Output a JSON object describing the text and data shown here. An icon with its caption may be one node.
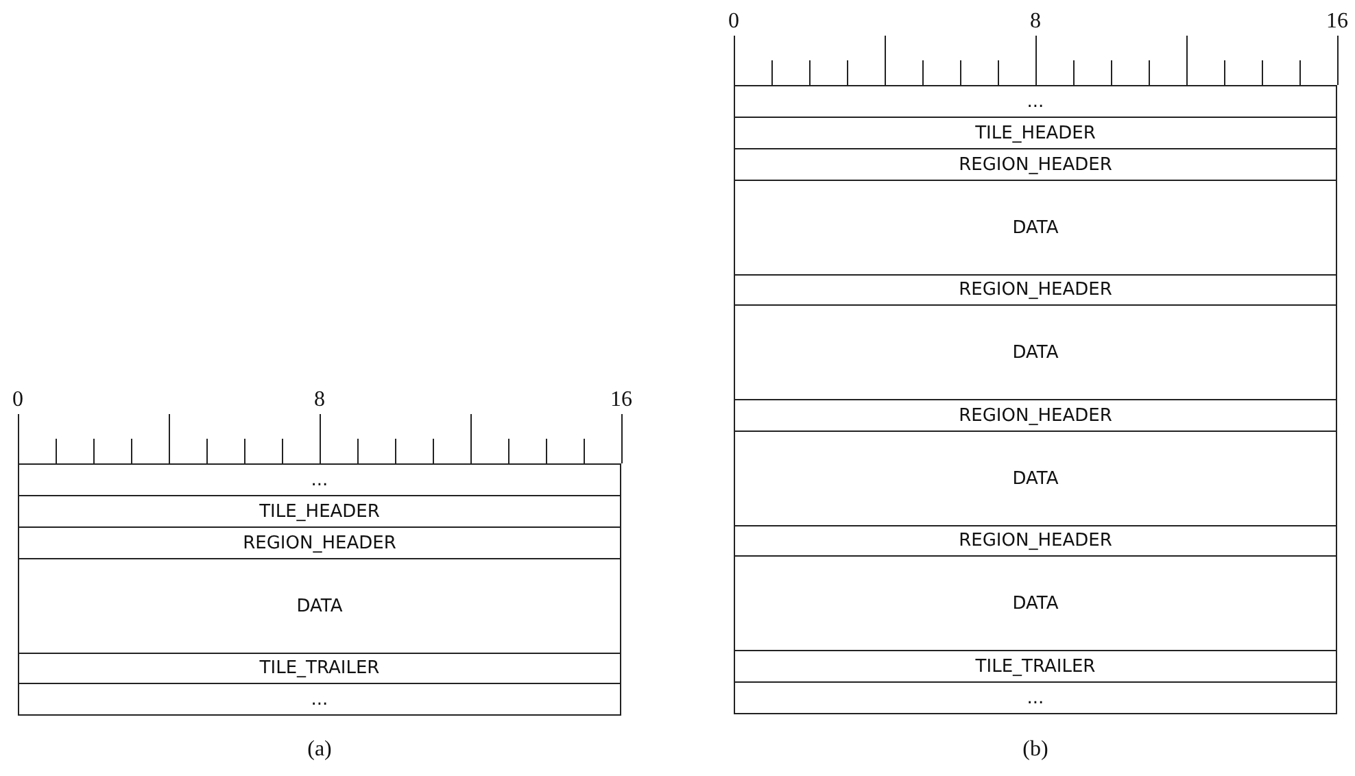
{
  "diagram": {
    "nodes": [
      {
        "text": [
          "..."
        ]
      },
      {
        "text": [
          "TILE_HEADER"
        ]
      },
      {
        "text": [
          "REGION_HEADER"
        ]
      },
      {
        "text": [
          "DATA"
        ]
      },
      {
        "text": [
          "TILE_TRAILER"
        ]
      },
      {
        "text": [
          "..."
        ]
      },
      {
        "text": [
          "..."
        ]
      },
      {
        "text": [
          "TILE_HEADER"
        ]
      },
      {
        "text": [
          "REGION_HEADER"
        ]
      },
      {
        "text": [
          "DATA"
        ]
      },
      {
        "text": [
          "REGION_HEADER"
        ]
      },
      {
        "text": [
          "DATA"
        ]
      },
      {
        "text": [
          "REGION_HEADER"
        ]
      },
      {
        "text": [
          "DATA"
        ]
      },
      {
        "text": [
          "REGION_HEADER"
        ]
      },
      {
        "text": [
          "DATA"
        ]
      },
      {
        "text": [
          "TILE_TRAILER"
        ]
      },
      {
        "text": [
          "..."
        ]
      }
    ],
    "edges": [],
    "labels": [
      "0",
      "8",
      "16",
      "0",
      "8",
      "16",
      "(a)",
      "(b)"
    ]
  }
}
